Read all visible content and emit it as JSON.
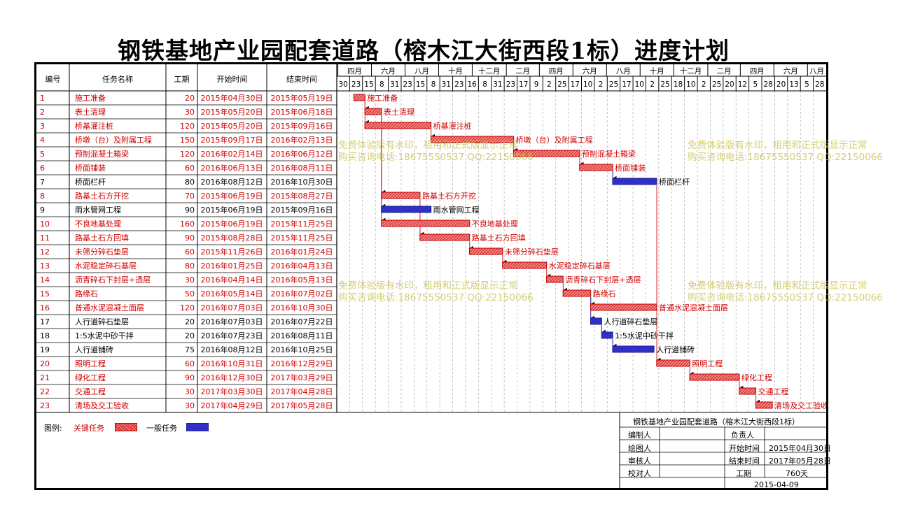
{
  "title": "钢铁基地产业园配套道路（榕木江大街西段1标）进度计划",
  "headers": [
    "编号",
    "任务名称",
    "工期",
    "开始时间",
    "结束时间"
  ],
  "months": [
    {
      "label": "四月",
      "start": "2015-04-01"
    },
    {
      "label": "六月",
      "start": "2015-06-01"
    },
    {
      "label": "八月",
      "start": "2015-08-01"
    },
    {
      "label": "十月",
      "start": "2015-10-01"
    },
    {
      "label": "十二月",
      "start": "2015-12-01"
    },
    {
      "label": "二月",
      "start": "2016-02-01"
    },
    {
      "label": "四月",
      "start": "2016-04-01"
    },
    {
      "label": "六月",
      "start": "2016-06-01"
    },
    {
      "label": "八月",
      "start": "2016-08-01"
    },
    {
      "label": "十月",
      "start": "2016-10-01"
    },
    {
      "label": "十二月",
      "start": "2016-12-01"
    },
    {
      "label": "二月",
      "start": "2017-02-01"
    },
    {
      "label": "四月",
      "start": "2017-04-01"
    },
    {
      "label": "六月",
      "start": "2017-06-01"
    },
    {
      "label": "八月",
      "start": "2017-08-01"
    }
  ],
  "day_ticks": [
    "30",
    "23",
    "15",
    "8",
    "31",
    "23",
    "15",
    "8",
    "31",
    "23",
    "16",
    "8",
    "31",
    "23",
    "17",
    "9",
    "2",
    "25",
    "17",
    "10",
    "2",
    "25",
    "17",
    "10",
    "2",
    "25",
    "18",
    "10",
    "2",
    "25",
    "20",
    "12",
    "5",
    "28",
    "20",
    "13",
    "5",
    "28"
  ],
  "chart_data": {
    "type": "gantt",
    "title": "钢铁基地产业园配套道路（榕木江大街西段1标）进度计划",
    "x_range": [
      "2015-03-30",
      "2017-09-04"
    ],
    "tasks": [
      {
        "id": "1",
        "name": "施工准备",
        "duration": 20,
        "start": "2015年04月30日",
        "end": "2015年05月19日",
        "s": "2015-04-30",
        "e": "2015-05-19",
        "critical": true
      },
      {
        "id": "2",
        "name": "表土清理",
        "duration": 30,
        "start": "2015年05月20日",
        "end": "2015年06月18日",
        "s": "2015-05-20",
        "e": "2015-06-18",
        "critical": true
      },
      {
        "id": "3",
        "name": "桥基灌注桩",
        "duration": 120,
        "start": "2015年05月20日",
        "end": "2015年09月16日",
        "s": "2015-05-20",
        "e": "2015-09-16",
        "critical": true
      },
      {
        "id": "4",
        "name": "桥墩（台）及附属工程",
        "duration": 150,
        "start": "2015年09月17日",
        "end": "2016年02月13日",
        "s": "2015-09-17",
        "e": "2016-02-13",
        "critical": true
      },
      {
        "id": "5",
        "name": "预制混凝土箱梁",
        "duration": 120,
        "start": "2016年02月14日",
        "end": "2016年06月12日",
        "s": "2016-02-14",
        "e": "2016-06-12",
        "critical": true
      },
      {
        "id": "6",
        "name": "桥面铺装",
        "duration": 60,
        "start": "2016年06月13日",
        "end": "2016年08月11日",
        "s": "2016-06-13",
        "e": "2016-08-11",
        "critical": true
      },
      {
        "id": "7",
        "name": "桥面栏杆",
        "duration": 80,
        "start": "2016年08月12日",
        "end": "2016年10月30日",
        "s": "2016-08-12",
        "e": "2016-10-30",
        "critical": false
      },
      {
        "id": "8",
        "name": "路基土石方开挖",
        "duration": 70,
        "start": "2015年06月19日",
        "end": "2015年08月27日",
        "s": "2015-06-19",
        "e": "2015-08-27",
        "critical": true
      },
      {
        "id": "9",
        "name": "雨水管网工程",
        "duration": 90,
        "start": "2015年06月19日",
        "end": "2015年09月16日",
        "s": "2015-06-19",
        "e": "2015-09-16",
        "critical": false
      },
      {
        "id": "10",
        "name": "不良地基处理",
        "duration": 160,
        "start": "2015年06月19日",
        "end": "2015年11月25日",
        "s": "2015-06-19",
        "e": "2015-11-25",
        "critical": true
      },
      {
        "id": "11",
        "name": "路基土石方回填",
        "duration": 90,
        "start": "2015年08月28日",
        "end": "2015年11月25日",
        "s": "2015-08-28",
        "e": "2015-11-25",
        "critical": true
      },
      {
        "id": "12",
        "name": "未筛分碎石垫层",
        "duration": 60,
        "start": "2015年11月26日",
        "end": "2016年01月24日",
        "s": "2015-11-26",
        "e": "2016-01-24",
        "critical": true
      },
      {
        "id": "13",
        "name": "水泥稳定碎石基层",
        "duration": 80,
        "start": "2016年01月25日",
        "end": "2016年04月13日",
        "s": "2016-01-25",
        "e": "2016-04-13",
        "critical": true
      },
      {
        "id": "14",
        "name": "沥青碎石下封层+透层",
        "duration": 30,
        "start": "2016年04月14日",
        "end": "2016年05月13日",
        "s": "2016-04-14",
        "e": "2016-05-13",
        "critical": true
      },
      {
        "id": "15",
        "name": "路缘石",
        "duration": 50,
        "start": "2016年05月14日",
        "end": "2016年07月02日",
        "s": "2016-05-14",
        "e": "2016-07-02",
        "critical": true
      },
      {
        "id": "16",
        "name": "普通水泥混凝土面层",
        "duration": 120,
        "start": "2016年07月03日",
        "end": "2016年10月30日",
        "s": "2016-07-03",
        "e": "2016-10-30",
        "critical": true
      },
      {
        "id": "17",
        "name": "人行道碎石垫层",
        "duration": 20,
        "start": "2016年07月03日",
        "end": "2016年07月22日",
        "s": "2016-07-03",
        "e": "2016-07-22",
        "critical": false
      },
      {
        "id": "18",
        "name": "1:5水泥中砂干拌",
        "duration": 20,
        "start": "2016年07月23日",
        "end": "2016年08月11日",
        "s": "2016-07-23",
        "e": "2016-08-11",
        "critical": false
      },
      {
        "id": "19",
        "name": "人行道铺砖",
        "duration": 75,
        "start": "2016年08月12日",
        "end": "2016年10月25日",
        "s": "2016-08-12",
        "e": "2016-10-25",
        "critical": false
      },
      {
        "id": "20",
        "name": "照明工程",
        "duration": 60,
        "start": "2016年10月31日",
        "end": "2016年12月29日",
        "s": "2016-10-31",
        "e": "2016-12-29",
        "critical": true
      },
      {
        "id": "21",
        "name": "绿化工程",
        "duration": 90,
        "start": "2016年12月30日",
        "end": "2017年03月29日",
        "s": "2016-12-30",
        "e": "2017-03-29",
        "critical": true
      },
      {
        "id": "22",
        "name": "交通工程",
        "duration": 30,
        "start": "2017年03月30日",
        "end": "2017年04月28日",
        "s": "2017-03-30",
        "e": "2017-04-28",
        "critical": true
      },
      {
        "id": "23",
        "name": "清场及交工验收",
        "duration": 30,
        "start": "2017年04月29日",
        "end": "2017年05月28日",
        "s": "2017-04-29",
        "e": "2017-05-28",
        "critical": true
      }
    ],
    "links": [
      [
        1,
        2
      ],
      [
        1,
        3
      ],
      [
        2,
        8
      ],
      [
        2,
        9
      ],
      [
        2,
        10
      ],
      [
        3,
        4
      ],
      [
        4,
        5
      ],
      [
        5,
        6
      ],
      [
        6,
        7
      ],
      [
        8,
        11
      ],
      [
        11,
        12
      ],
      [
        12,
        13
      ],
      [
        13,
        14
      ],
      [
        14,
        15
      ],
      [
        15,
        16
      ],
      [
        15,
        17
      ],
      [
        17,
        18
      ],
      [
        18,
        19
      ],
      [
        7,
        20
      ],
      [
        20,
        21
      ],
      [
        21,
        22
      ],
      [
        22,
        23
      ]
    ]
  },
  "legend": {
    "label": "图例:",
    "critical": "关键任务",
    "normal": "一般任务"
  },
  "info": {
    "project": "钢铁基地产业园配套道路（榕木江大街西段1标）",
    "editor": "编制人",
    "owner": "负责人",
    "drawer": "绘图人",
    "start_label": "开始时间",
    "start": "2015年04月30日",
    "reviewer": "审核人",
    "end_label": "结束时间",
    "end": "2017年05月28日",
    "checker": "校对人",
    "duration_label": "工期",
    "duration": "760天",
    "date": "2015-04-09"
  },
  "watermark": {
    "line1": "免费体验版有水印，租用和正式版显示正常",
    "line2": "购买咨询电话:18675550537 QQ:22150066"
  },
  "colors": {
    "critical": "#e03030",
    "critical_text": "#d00000",
    "normal": "#3030c8",
    "grid": "#777777"
  }
}
